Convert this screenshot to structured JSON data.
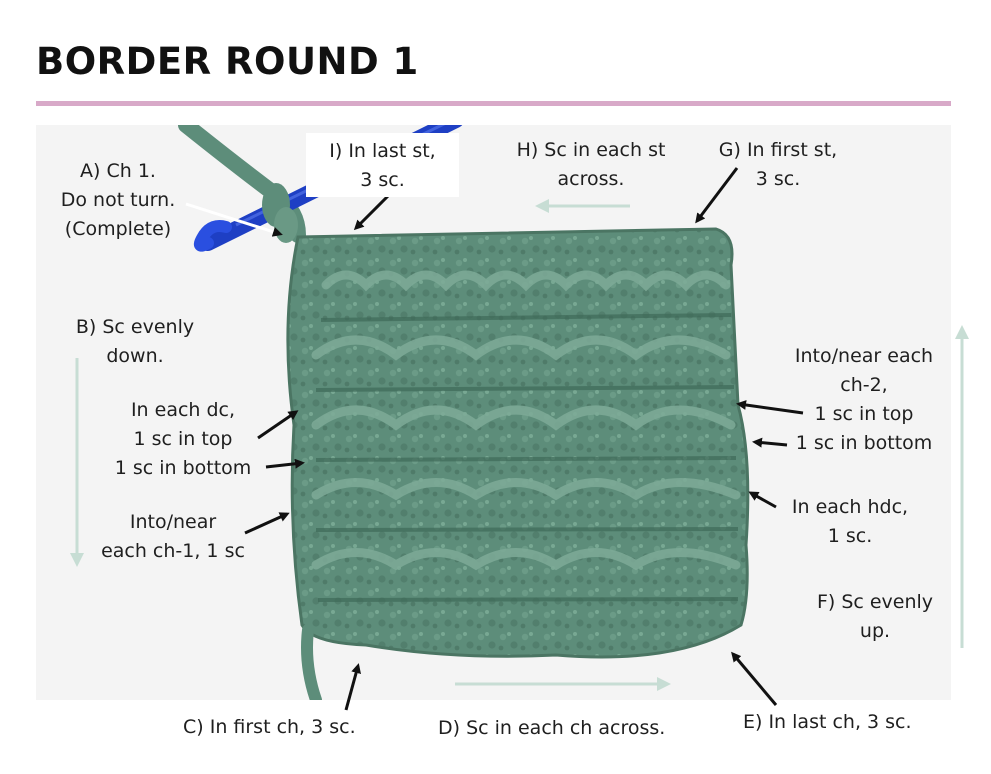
{
  "title": "BORDER ROUND 1",
  "colors": {
    "rule": "#d8a9c8",
    "yarn": "#5d8d7a",
    "yarn_dark": "#3f6a59",
    "yarn_light": "#7eab98",
    "hook": "#1e3fc4",
    "arrow": "#111111",
    "guide_arrow": "#c7ddd4",
    "photo_bg": "#f4f4f4"
  },
  "labels": {
    "a": [
      "A) Ch 1.",
      "Do not turn.",
      "(Complete)"
    ],
    "b": [
      "B) Sc evenly",
      "down."
    ],
    "b_dc": [
      "In each dc,",
      "1 sc in top",
      "1 sc in bottom"
    ],
    "b_ch1": [
      "Into/near",
      "each ch-1, 1 sc"
    ],
    "c": "C) In first ch, 3 sc.",
    "d": "D) Sc in each ch across.",
    "e": "E) In last ch, 3 sc.",
    "f": [
      "F) Sc evenly",
      "up."
    ],
    "f_ch2": [
      "Into/near each",
      "ch-2,",
      "1 sc in top",
      "1 sc in bottom"
    ],
    "f_hdc": [
      "In each hdc,",
      "1 sc."
    ],
    "g": [
      "G) In first st,",
      "3 sc."
    ],
    "h": [
      "H) Sc in each st",
      "across."
    ],
    "i": [
      "I) In last st,",
      "3 sc."
    ]
  },
  "icons": {
    "photo": "crochet-swatch-photo",
    "hook": "crochet-hook",
    "pointer": "arrow-icon"
  }
}
